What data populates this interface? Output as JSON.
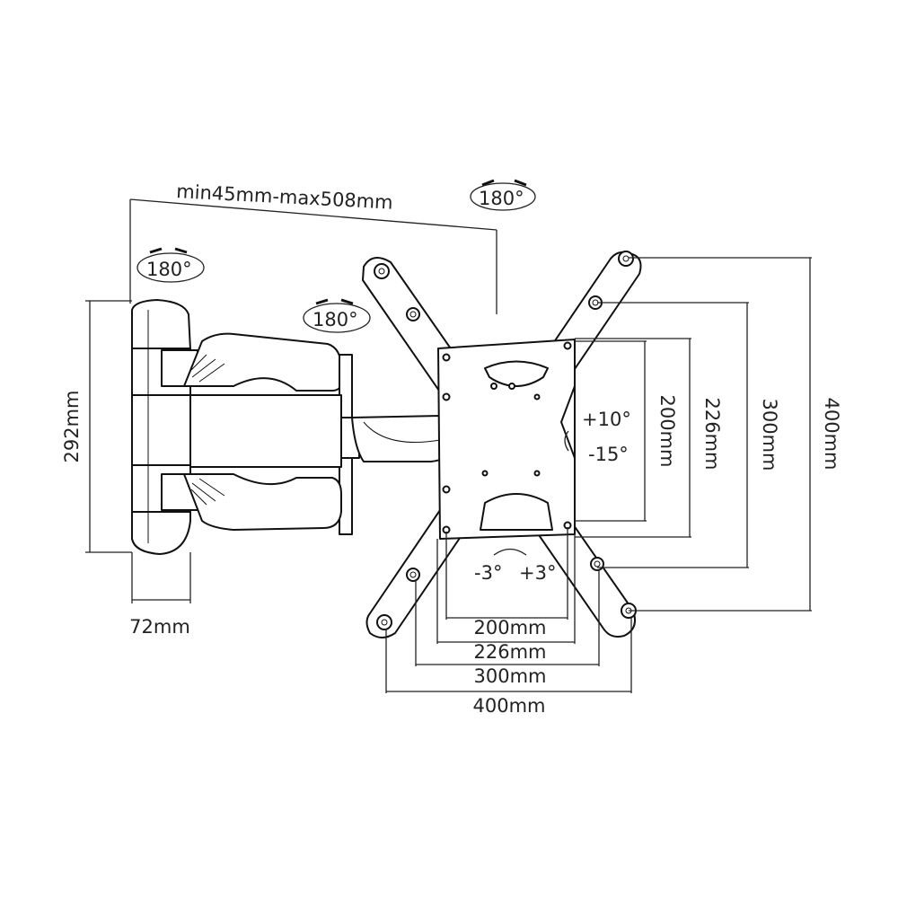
{
  "diagram": {
    "title": "Full-motion TV wall mount dimensions",
    "reach_label": "min45mm-max508mm",
    "swivel_labels": [
      "180°",
      "180°",
      "180°"
    ],
    "wall_plate_height": "292mm",
    "wall_plate_width": "72mm",
    "tilt_up": "+10°",
    "tilt_down": "-15°",
    "rotation_left": "-3°",
    "rotation_right": "+3°",
    "vesa_vertical": [
      "200mm",
      "226mm",
      "300mm",
      "400mm"
    ],
    "vesa_horizontal": [
      "200mm",
      "226mm",
      "300mm",
      "400mm"
    ]
  }
}
